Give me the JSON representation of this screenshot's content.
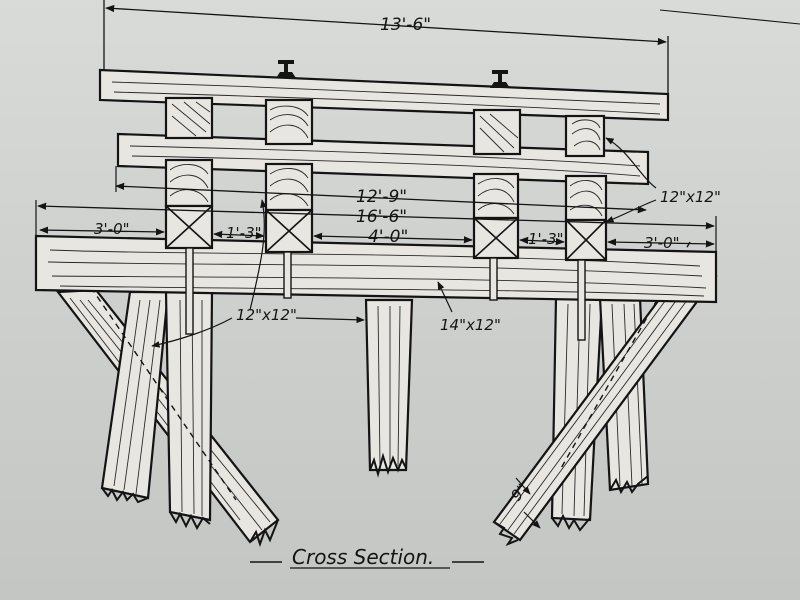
{
  "drawing": {
    "caption": "Cross Section.",
    "dimensions": {
      "overall_width": "13'-6\"",
      "stringer_span": "12'-9\"",
      "cap_length": "16'-6\"",
      "left_overhang": "3'-0\"",
      "right_overhang": "3'-0\"",
      "left_cell": "1'-3\"",
      "right_cell": "1'-3\"",
      "center_gap": "4'-0\""
    },
    "callouts": {
      "stringer_size": "12\"x12\"",
      "post_size": "12\"x12\"",
      "cap_size": "14\"x12\"",
      "brace_size": "9\""
    }
  }
}
